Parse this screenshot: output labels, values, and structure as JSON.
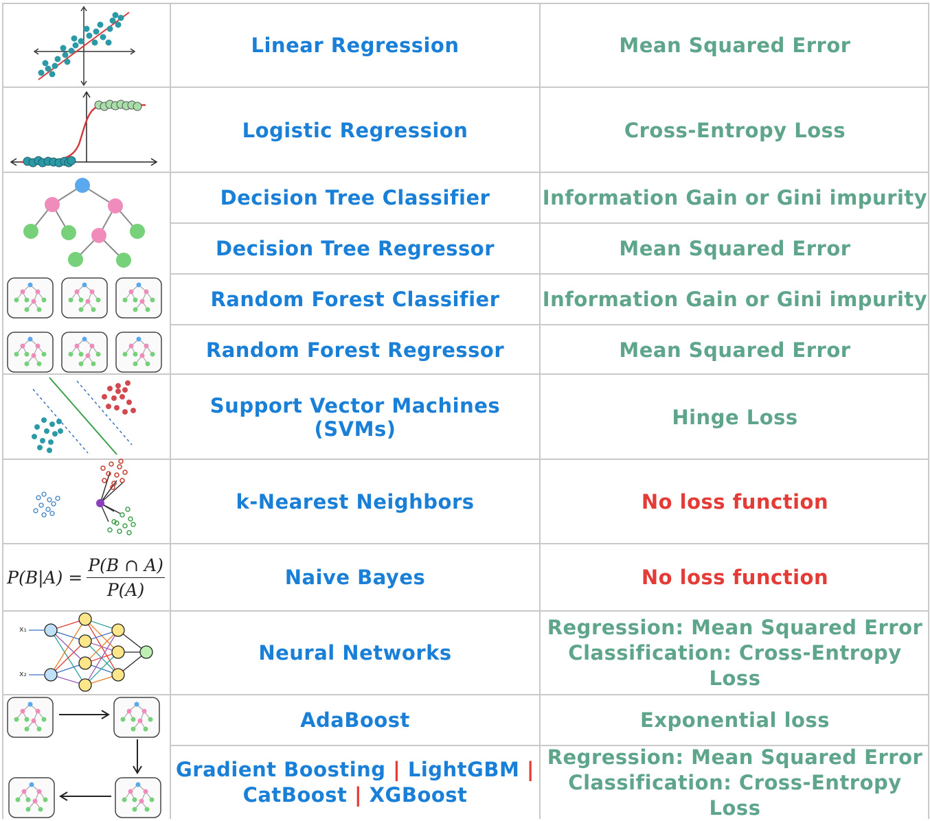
{
  "colors": {
    "model_text": "#1a7fd6",
    "loss_text": "#5fa58c",
    "no_loss_text": "#e53b36",
    "grid_line": "#c9c9c9",
    "teal_point": "#2b9aa6",
    "red_point": "#d14a4f",
    "pink_node": "#f08cbb",
    "green_node": "#77d17a",
    "blue_node": "#5aa9ee",
    "yellow_node": "#fde68a"
  },
  "rows": [
    {
      "icon": "linear-scatter-icon",
      "model": "Linear Regression",
      "loss": "Mean Squared Error"
    },
    {
      "icon": "sigmoid-curve-icon",
      "model": "Logistic Regression",
      "loss": "Cross-Entropy Loss"
    },
    {
      "icon": "decision-tree-icon",
      "model": "Decision Tree Classifier",
      "loss": "Information Gain or Gini impurity"
    },
    {
      "icon": "decision-tree-icon",
      "model": "Decision Tree Regressor",
      "loss": "Mean Squared Error"
    },
    {
      "icon": "forest-icon",
      "model": "Random Forest Classifier",
      "loss": "Information Gain or Gini impurity"
    },
    {
      "icon": "forest-icon",
      "model": "Random Forest Regressor",
      "loss": "Mean Squared Error"
    },
    {
      "icon": "svm-margin-icon",
      "model": "Support Vector Machines (SVMs)",
      "loss": "Hinge Loss"
    },
    {
      "icon": "knn-icon",
      "model": "k-Nearest Neighbors",
      "loss": "No loss function"
    },
    {
      "icon": "bayes-formula",
      "model": "Naive Bayes",
      "loss": "No loss function"
    },
    {
      "icon": "neural-network-icon",
      "model": "Neural Networks",
      "loss_lines": [
        "Regression: Mean Squared Error",
        "Classification: Cross-Entropy Loss"
      ]
    },
    {
      "icon": "boosting-chain-icon",
      "model": "AdaBoost",
      "loss": "Exponential loss"
    },
    {
      "icon": "boosting-chain-icon",
      "model_parts": [
        "Gradient Boosting",
        "|",
        "LightGBM",
        "|",
        "CatBoost",
        "|",
        "XGBoost"
      ],
      "loss_lines": [
        "Regression: Mean Squared Error",
        "Classification: Cross-Entropy Loss"
      ]
    }
  ],
  "bayes": {
    "lhs": "P(B|A) =",
    "numerator": "P(B ∩ A)",
    "denominator": "P(A)"
  },
  "nn_inputs": [
    "x₁",
    "x₂"
  ]
}
